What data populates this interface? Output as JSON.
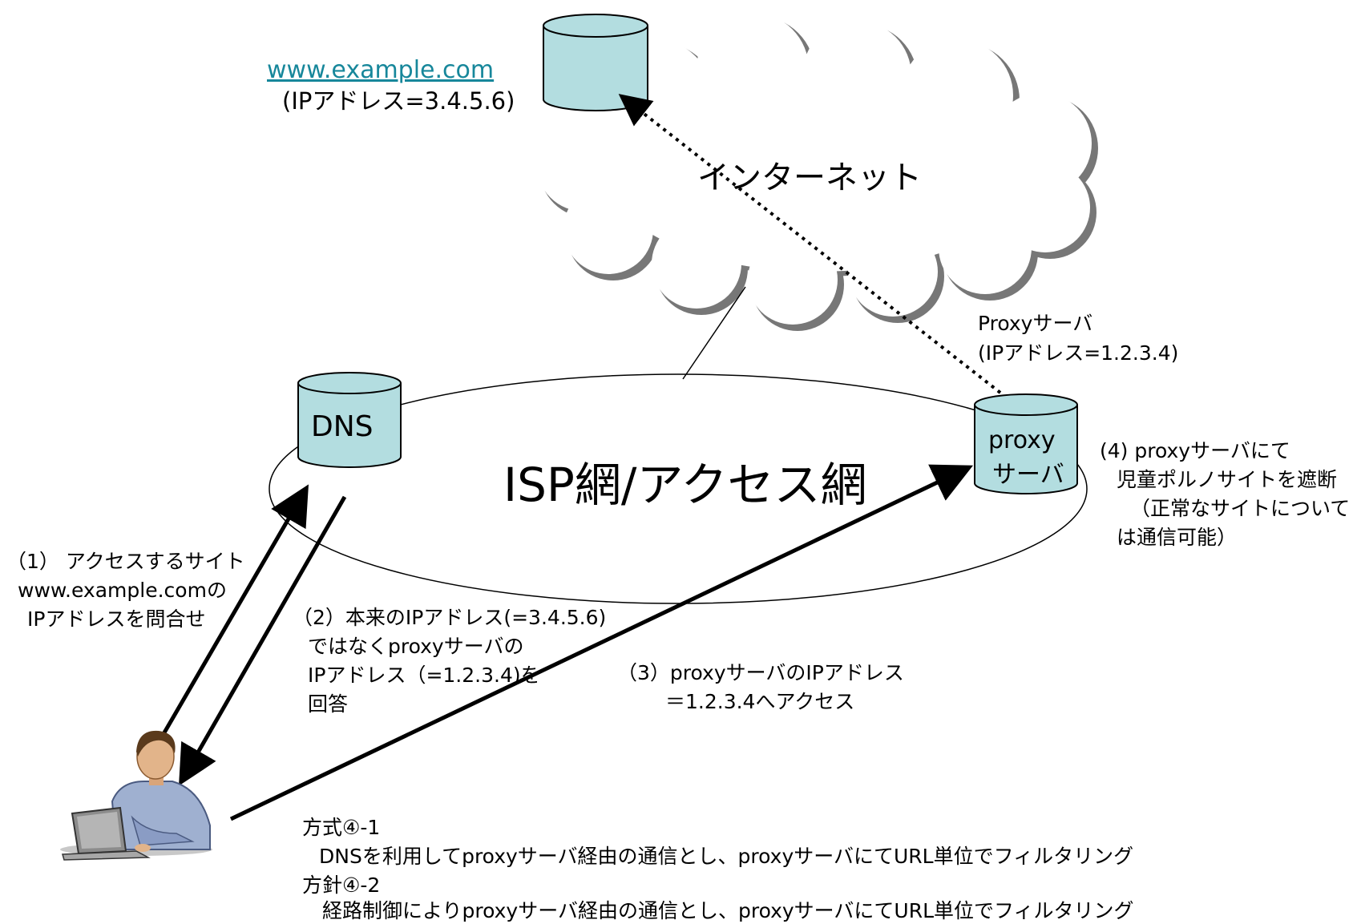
{
  "colors": {
    "server_fill": "#b3dde0",
    "link_color": "#17879b",
    "line_color": "#000000"
  },
  "internet": {
    "label": "インターネット"
  },
  "web_server": {
    "url": "www.example.com",
    "ip": "(IPアドレス=3.4.5.6)"
  },
  "isp": {
    "label": "ISP網/アクセス網"
  },
  "dns_server": {
    "label": "DNS"
  },
  "proxy_server": {
    "caption_line1": "Proxyサーバ",
    "caption_line2": "(IPアドレス=1.2.3.4)",
    "label_line1": "proxy",
    "label_line2": "サーバ"
  },
  "steps": {
    "step1": [
      "（1） アクセスするサイト",
      "www.example.comの",
      "IPアドレスを問合せ"
    ],
    "step2": [
      "（2）本来のIPアドレス(=3.4.5.6)",
      "ではなくproxyサーバの",
      "IPアドレス（=1.2.3.4)を",
      "回答"
    ],
    "step3": [
      "（3）proxyサーバのIPアドレス",
      "＝1.2.3.4へアクセス"
    ],
    "step4": [
      "(4) proxyサーバにて",
      "児童ポルノサイトを遮断",
      "（正常なサイトについて",
      "は通信可能）"
    ]
  },
  "methods": {
    "m1_title": "方式④-1",
    "m1_desc": "DNSを利用してproxyサーバ経由の通信とし、proxyサーバにてURL単位でフィルタリング",
    "m2_title": "方針④-2",
    "m2_desc": "経路制御によりproxyサーバ経由の通信とし、proxyサーバにてURL単位でフィルタリング"
  },
  "icons": {
    "user": "user-at-laptop-icon",
    "server": "database-cylinder-icon",
    "cloud": "cloud-icon"
  }
}
